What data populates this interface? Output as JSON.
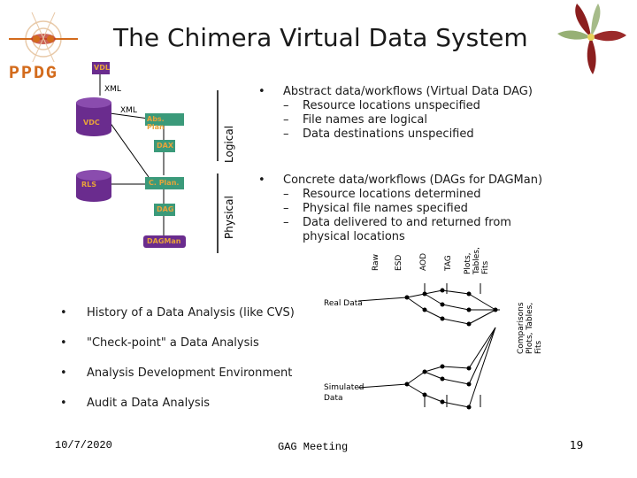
{
  "title": "The Chimera Virtual Data System",
  "logo": {
    "text": "PPDG"
  },
  "diagram": {
    "vdl": "VDL",
    "xml1": "XML",
    "xml2": "XML",
    "vdc": "VDC",
    "abs_plan": "Abs. Plan",
    "dax": "DAX",
    "rls": "RLS",
    "c_plan": "C. Plan.",
    "dag": "DAG",
    "dagman": "DAGMan",
    "logical": "Logical",
    "physical": "Physical"
  },
  "abstract": {
    "heading": "Abstract data/workflows (Virtual Data DAG)",
    "items": [
      "Resource locations unspecified",
      "File names are logical",
      "Data destinations unspecified"
    ]
  },
  "concrete": {
    "heading": "Concrete data/workflows (DAGs for DAGMan)",
    "items": [
      "Resource locations determined",
      "Physical file names specified",
      "Data delivered to and returned from physical locations"
    ]
  },
  "flow": {
    "columns": [
      "Raw",
      "ESD",
      "AOD",
      "TAG",
      "Plots, Tables, Fits"
    ],
    "comparisons": "Comparisons Plots, Tables, Fits",
    "real_data": "Real Data",
    "simulated_data": "Simulated Data"
  },
  "bullets": [
    "History of a Data Analysis (like CVS)",
    "\"Check-point\" a Data Analysis",
    "Analysis Development Environment",
    "Audit a Data Analysis"
  ],
  "footer": {
    "date": "10/7/2020",
    "center": "GAG Meeting",
    "page": "19"
  },
  "colors": {
    "accent_orange": "#d36b1c",
    "box_green": "#3b9a7a",
    "box_purple": "#6a2c8e",
    "flower_red": "#8b1e1e"
  }
}
